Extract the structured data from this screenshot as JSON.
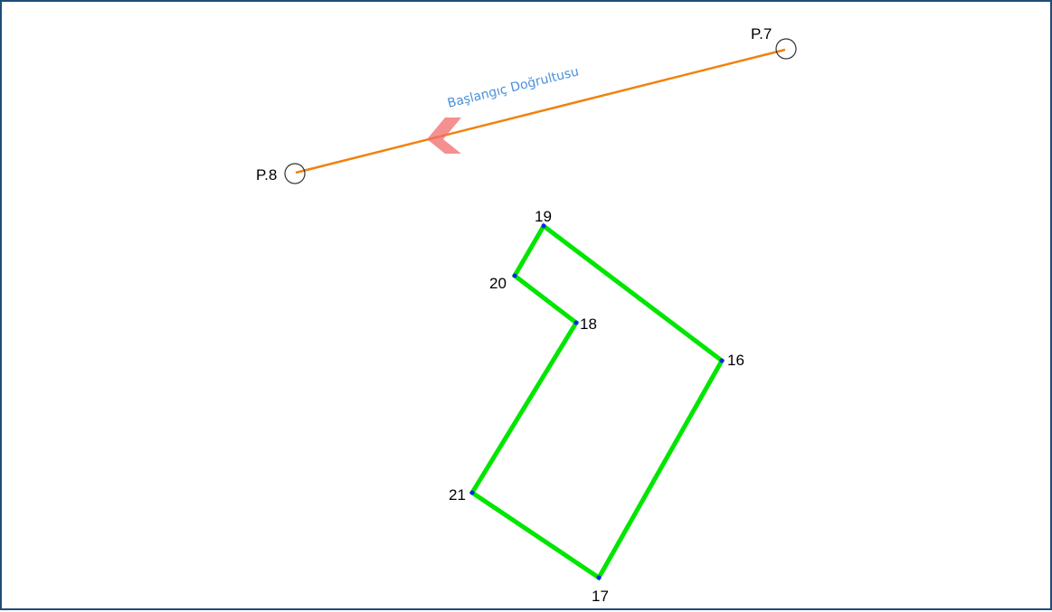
{
  "reference_line": {
    "color": "#f0820f",
    "start_label": "P.7",
    "end_label": "P.8",
    "direction_label": "Başlangıç Doğrultusu",
    "arrow_color": "#f26b6b"
  },
  "parcel": {
    "edge_color": "#00e600",
    "vertex_color": "#1a1aff",
    "vertices": [
      {
        "id": "v19",
        "label": "19"
      },
      {
        "id": "v16",
        "label": "16"
      },
      {
        "id": "v17",
        "label": "17"
      },
      {
        "id": "v21",
        "label": "21"
      },
      {
        "id": "v18",
        "label": "18"
      },
      {
        "id": "v20",
        "label": "20"
      }
    ]
  }
}
